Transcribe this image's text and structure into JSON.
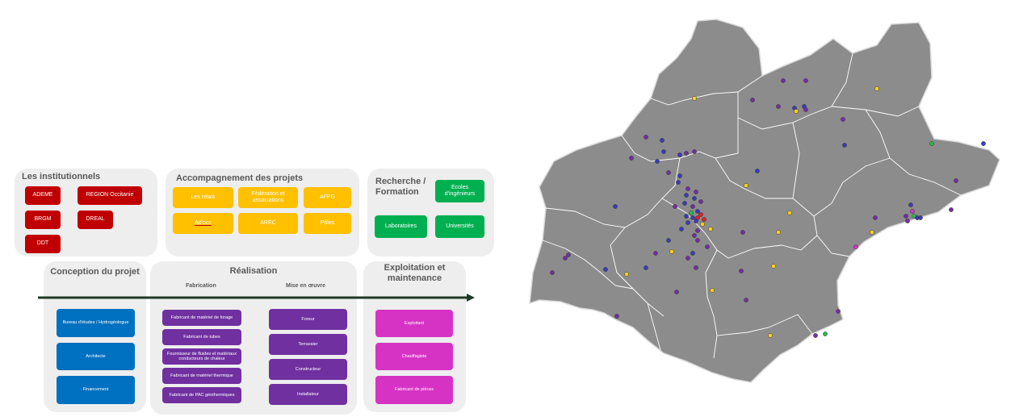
{
  "colors": {
    "institutionnels": "#c00000",
    "accompagnement": "#ffc000",
    "recherche": "#00b050",
    "conception": "#0070c0",
    "realisation": "#7030a0",
    "exploitation": "#d633c4",
    "map_fill": "#8c8c8c",
    "map_border": "#ffffff"
  },
  "institutionnels": {
    "title": "Les institutionnels",
    "items": [
      "ADEME",
      "REGION Occitanie",
      "BRGM",
      "DREAL",
      "DDT"
    ]
  },
  "accompagnement": {
    "title": "Accompagnement des projets",
    "items": [
      "Les relais",
      "Fédération et associations",
      "AFPG",
      "Ad'occ",
      "AREC",
      "Pôles"
    ]
  },
  "recherche": {
    "title": "Recherche / Formation",
    "items": [
      "Ecoles d'ingénieurs",
      "Laboratoires",
      "Universités"
    ]
  },
  "conception": {
    "title": "Conception du projet",
    "items": [
      "Bureau d'études / Hydrogéologue",
      "Architecte",
      "Financement"
    ]
  },
  "realisation": {
    "title": "Réalisation",
    "fabrication_label": "Fabrication",
    "mise_en_oeuvre_label": "Mise en œuvre",
    "fabrication": [
      "Fabricant de matériel de forage",
      "Fabricant de tubes",
      "Fournisseur de fluides et matériaux conducteurs de chaleur",
      "Fabricant de matériel thermique",
      "Fabricant de PAC géothermiques"
    ],
    "mise_en_oeuvre": [
      "Foreur",
      "Terrassier",
      "Constructeur",
      "Installateur"
    ]
  },
  "exploitation": {
    "title": "Exploitation et maintenance",
    "items": [
      "Exploitant",
      "Chauffagiste",
      "Fabricant de pièces"
    ]
  },
  "map": {
    "region": "Occitanie",
    "marker_colors": [
      "#7030a0",
      "#3b3bb8",
      "#ffd11a",
      "#2fb84a",
      "#d633c4",
      "#e02020"
    ]
  }
}
